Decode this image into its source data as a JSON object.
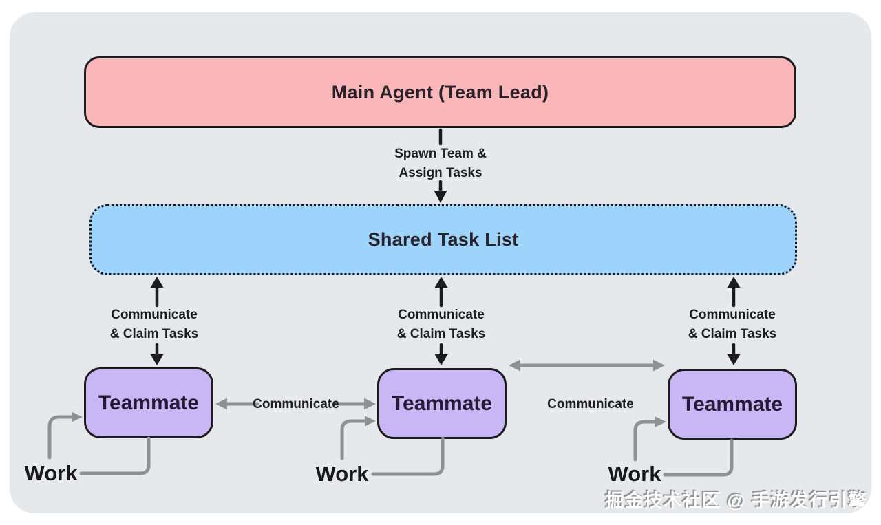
{
  "nodes": {
    "main_agent": "Main Agent (Team Lead)",
    "task_list": "Shared Task List",
    "teammates": [
      "Teammate",
      "Teammate",
      "Teammate"
    ]
  },
  "edges": {
    "spawn": {
      "line1": "Spawn Team &",
      "line2": "Assign Tasks"
    },
    "claim": [
      {
        "line1": "Communicate",
        "line2": "& Claim Tasks"
      },
      {
        "line1": "Communicate",
        "line2": "& Claim Tasks"
      },
      {
        "line1": "Communicate",
        "line2": "& Claim Tasks"
      }
    ],
    "communicate": [
      "Communicate",
      "Communicate"
    ],
    "work": [
      "Work",
      "Work",
      "Work"
    ]
  },
  "watermark": "掘金技术社区 @ 手游发行引擎",
  "colors": {
    "frame_background": "#E6E9EC",
    "main_agent_fill": "#FBB6B9",
    "task_list_fill": "#9ED3FB",
    "teammate_fill": "#C8B7F4",
    "node_border": "#1C1C1E",
    "arrow_black": "#1C1C1E",
    "arrow_gray": "#8D9196"
  }
}
